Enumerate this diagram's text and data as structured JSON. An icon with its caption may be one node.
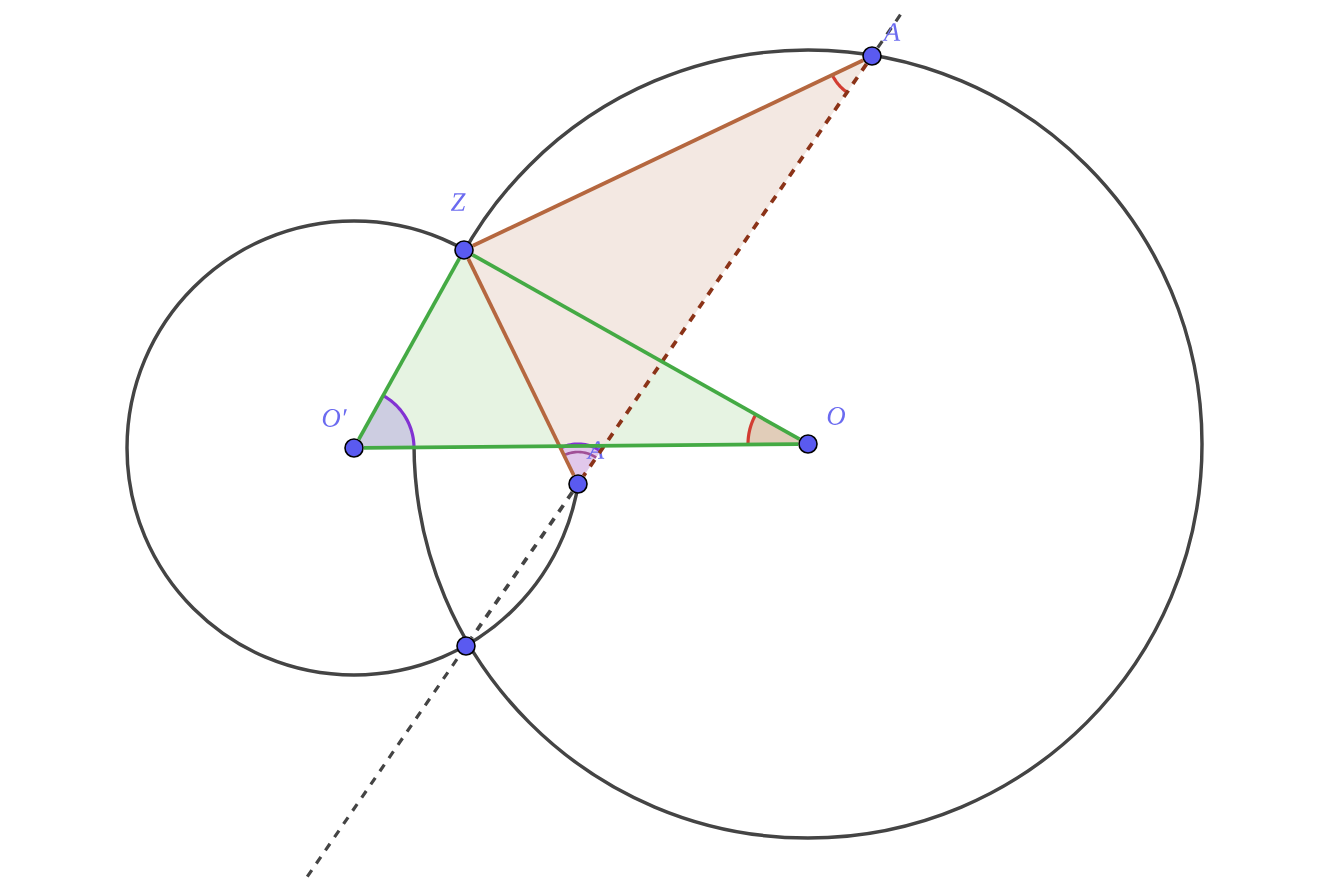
{
  "diagram": {
    "nodes": [
      {
        "text": [],
        "shape": "circle",
        "beside": [
          "A"
        ]
      },
      {
        "text": [],
        "shape": "circle",
        "beside": [
          "Z"
        ]
      },
      {
        "text": [],
        "shape": "circle",
        "beside": [
          "O′"
        ]
      },
      {
        "text": [],
        "shape": "circle",
        "beside": [
          "A"
        ]
      },
      {
        "text": [],
        "shape": "circle",
        "beside": [
          "O"
        ]
      },
      {
        "text": [],
        "shape": "circle"
      }
    ],
    "edges": [
      {
        "from": 1,
        "to": 0,
        "arrow": "none",
        "color": "#b5673f"
      },
      {
        "from": 1,
        "to": 3,
        "arrow": "none",
        "color": "#b5673f"
      },
      {
        "from": 0,
        "to": 3,
        "arrow": "none",
        "style": "dashed",
        "color": "#8b3318"
      },
      {
        "from": 2,
        "to": 1,
        "arrow": "none"
      },
      {
        "from": 1,
        "to": 4,
        "arrow": "none"
      },
      {
        "from": 2,
        "to": 4,
        "arrow": "none"
      },
      {
        "from": 3,
        "to": 5,
        "arrow": "none",
        "style": "dashed",
        "color": "#444444"
      }
    ]
  }
}
